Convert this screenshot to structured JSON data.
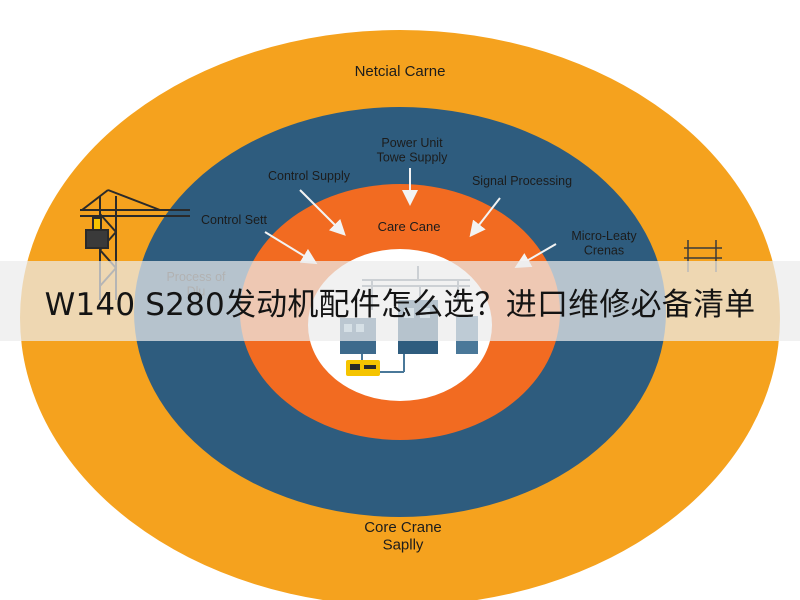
{
  "colors": {
    "outer_ring": "#f5a21e",
    "middle_ring": "#2e5c7e",
    "inner_ring": "#f26b21",
    "core": "#ffffff",
    "banner": "#e8e8e8",
    "accent_yellow": "#f5c400"
  },
  "diagram": {
    "outer_label": "Netcial Carne",
    "middle_labels": {
      "top": "Power Unit\nTowe Supply",
      "upper_left": "Control Supply",
      "upper_right": "Signal Processing",
      "left": "Control Sett",
      "right": "Micro-Leaty\nCrenas",
      "far_left": "Process of\nDlu"
    },
    "inner_label": "Care Cane",
    "bottom_label": "Core Crane\nSaplly",
    "icons": [
      "tower-crane-icon",
      "crane-icon",
      "building-icon",
      "machine-icon"
    ]
  },
  "banner": {
    "title": "W140 S280发动机配件怎么选？进口维修必备清单"
  }
}
